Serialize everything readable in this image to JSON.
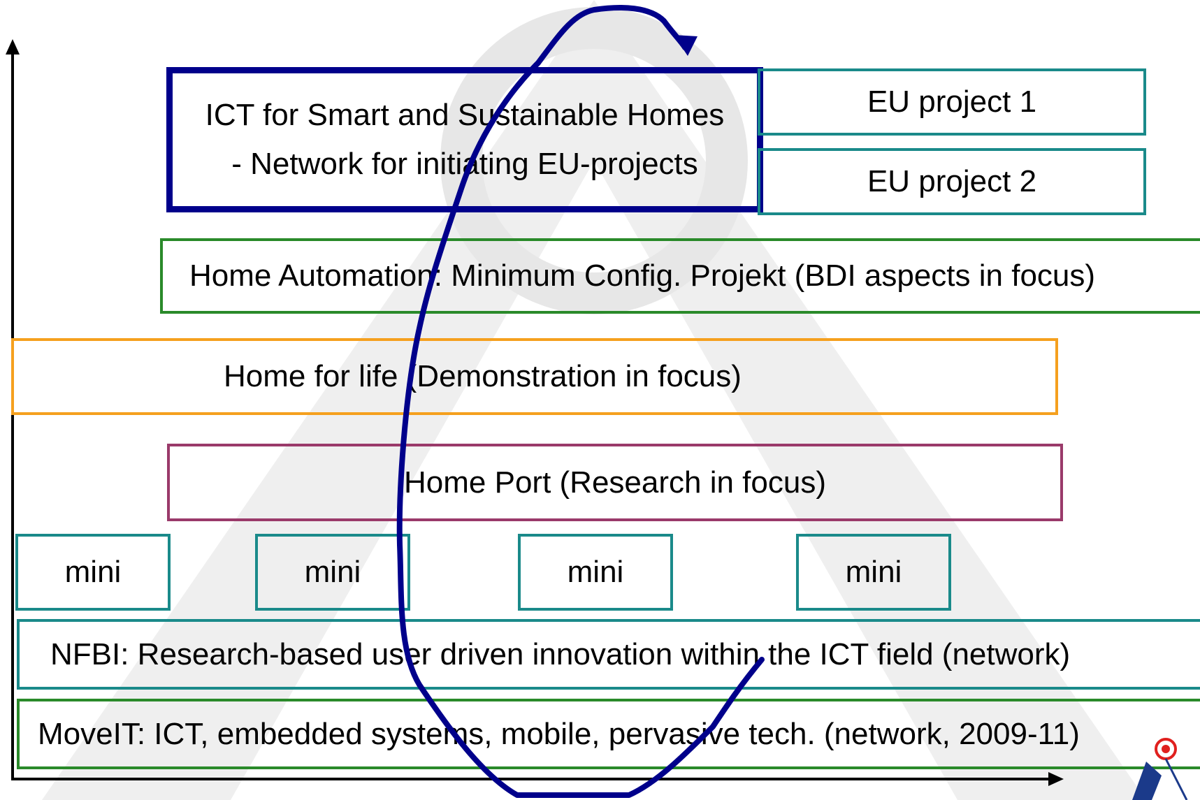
{
  "header": {
    "title": ""
  },
  "network": {
    "ict_line1": "ICT for Smart and Sustainable Homes",
    "ict_line2": "- Network for initiating EU-projects",
    "eu1": "EU project 1",
    "eu2": "EU project 2"
  },
  "layers": {
    "home_automation": "Home Automation: Minimum Config. Projekt (BDI aspects in focus)",
    "home_for_life": "Home for life (Demonstration in focus)",
    "home_port": "Home Port (Research in focus)",
    "minis": [
      "mini",
      "mini",
      "mini",
      "mini"
    ],
    "nfbi": "NFBI: Research-based user driven innovation within the ICT field (network)",
    "moveit": "MoveIT: ICT, embedded systems, mobile, pervasive tech. (network, 2009-11)"
  },
  "colors": {
    "teal": "#1a8a8a",
    "green": "#2a8a2a",
    "orange": "#f5a01e",
    "plum": "#9a3a6a",
    "navy": "#00008b"
  }
}
